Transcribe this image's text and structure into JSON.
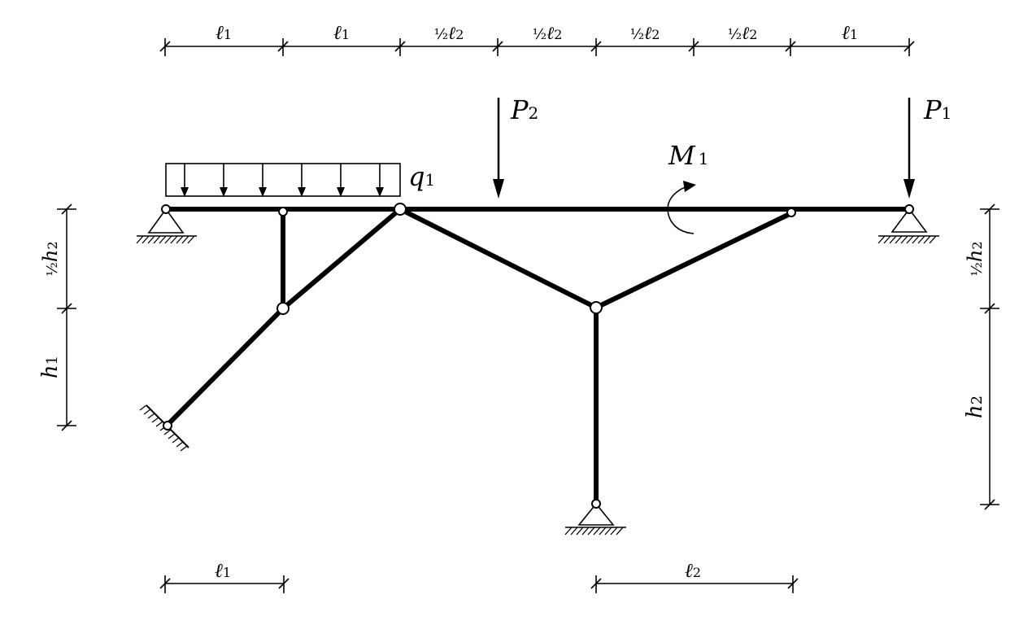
{
  "dimensions": {
    "top": [
      {
        "sym": "ℓ",
        "sub": "1",
        "frac": ""
      },
      {
        "sym": "ℓ",
        "sub": "1",
        "frac": ""
      },
      {
        "sym": "ℓ",
        "sub": "2",
        "frac": "½"
      },
      {
        "sym": "ℓ",
        "sub": "2",
        "frac": "½"
      },
      {
        "sym": "ℓ",
        "sub": "2",
        "frac": "½"
      },
      {
        "sym": "ℓ",
        "sub": "2",
        "frac": "½"
      },
      {
        "sym": "ℓ",
        "sub": "1",
        "frac": ""
      }
    ],
    "bottom": [
      {
        "sym": "ℓ",
        "sub": "1",
        "frac": ""
      },
      {
        "sym": "ℓ",
        "sub": "2",
        "frac": ""
      }
    ],
    "left": [
      {
        "sym": "h",
        "sub": "2",
        "frac": "½"
      },
      {
        "sym": "h",
        "sub": "1",
        "frac": ""
      }
    ],
    "right": [
      {
        "sym": "h",
        "sub": "2",
        "frac": "½"
      },
      {
        "sym": "h",
        "sub": "2",
        "frac": ""
      }
    ]
  },
  "loads": {
    "q1": {
      "sym": "q",
      "sub": "1"
    },
    "p2": {
      "sym": "P",
      "sub": "2"
    },
    "p1": {
      "sym": "P",
      "sub": "1"
    },
    "m1": {
      "sym": "M",
      "sub": "1"
    }
  }
}
